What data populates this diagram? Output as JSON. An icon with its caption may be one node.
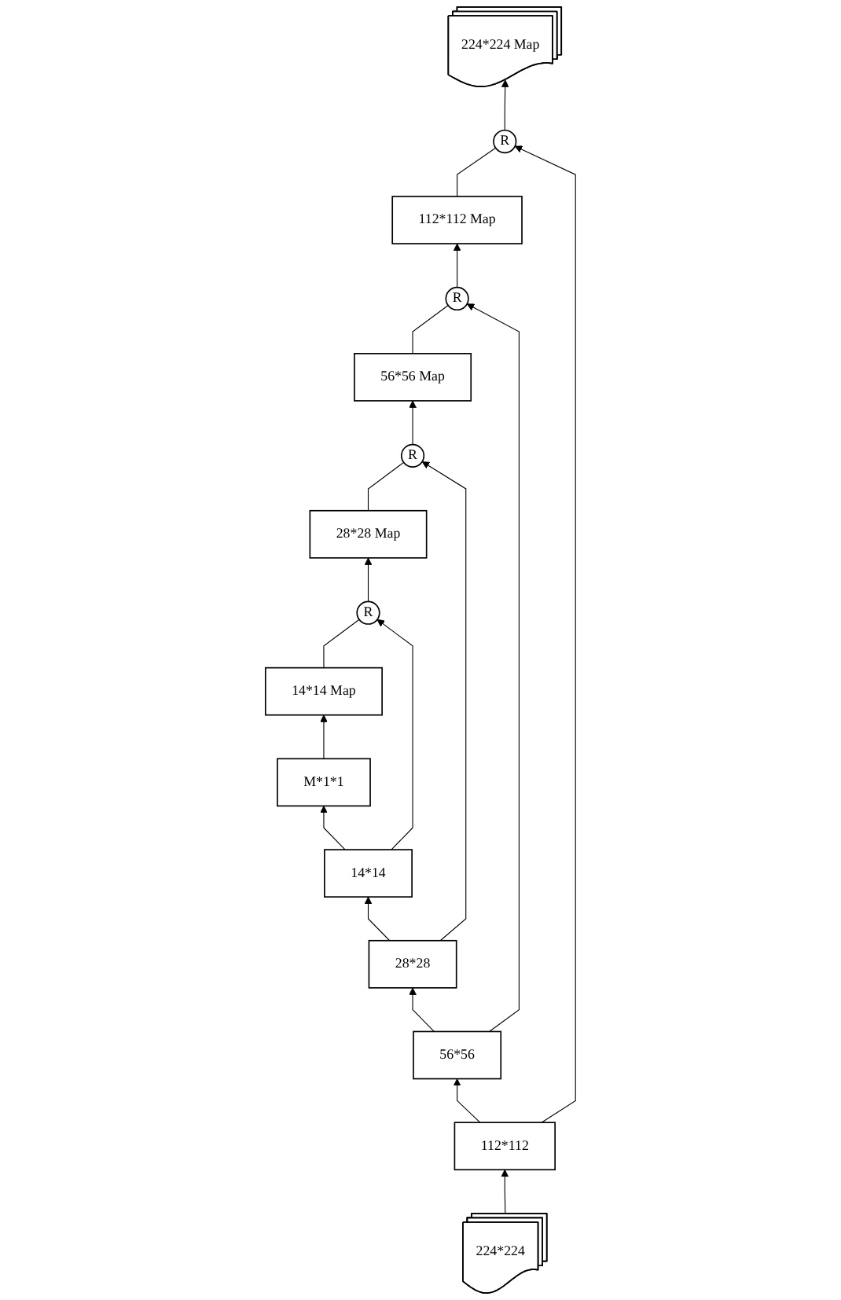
{
  "diagram": {
    "nodes": [
      {
        "text": [
          "M*1*1"
        ]
      },
      {
        "text": [
          "14*14 Map"
        ]
      },
      {
        "text": [
          "14*14"
        ]
      },
      {
        "text": [
          "R"
        ]
      },
      {
        "text": [
          "28*28 Map"
        ]
      },
      {
        "text": [
          "28*28"
        ]
      },
      {
        "text": [
          "R"
        ]
      },
      {
        "text": [
          "56*56 Map"
        ]
      },
      {
        "text": [
          "56*56"
        ]
      },
      {
        "text": [
          "R"
        ]
      },
      {
        "text": [
          "112*112 Map"
        ]
      },
      {
        "text": [
          "112*112"
        ]
      },
      {
        "text": [
          "R"
        ]
      },
      {
        "text": [
          "224*224"
        ]
      },
      {
        "text": [
          "224*224 Map"
        ]
      }
    ],
    "edges": [
      {
        "from": 13,
        "to": 11,
        "arrow": "to"
      },
      {
        "from": 11,
        "to": 8,
        "arrow": "to"
      },
      {
        "from": 8,
        "to": 5,
        "arrow": "to"
      },
      {
        "from": 5,
        "to": 2,
        "arrow": "to"
      },
      {
        "from": 2,
        "to": 0,
        "arrow": "to"
      },
      {
        "from": 0,
        "to": 1,
        "arrow": "to"
      },
      {
        "from": 1,
        "to": 3,
        "arrow": "none"
      },
      {
        "from": 2,
        "to": 3,
        "arrow": "to"
      },
      {
        "from": 3,
        "to": 4,
        "arrow": "to"
      },
      {
        "from": 4,
        "to": 6,
        "arrow": "none"
      },
      {
        "from": 5,
        "to": 6,
        "arrow": "to"
      },
      {
        "from": 6,
        "to": 7,
        "arrow": "to"
      },
      {
        "from": 7,
        "to": 9,
        "arrow": "none"
      },
      {
        "from": 8,
        "to": 9,
        "arrow": "to"
      },
      {
        "from": 9,
        "to": 10,
        "arrow": "to"
      },
      {
        "from": 10,
        "to": 12,
        "arrow": "none"
      },
      {
        "from": 11,
        "to": 12,
        "arrow": "to"
      },
      {
        "from": 12,
        "to": 14,
        "arrow": "to"
      }
    ]
  }
}
